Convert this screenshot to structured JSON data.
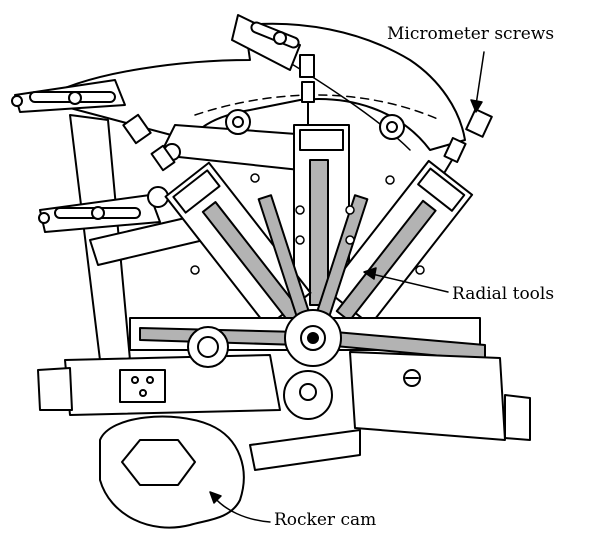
{
  "labels": {
    "micrometer_screws": "Micrometer screws",
    "radial_tools": "Radial tools",
    "rocker_cam": "Rocker cam"
  },
  "colors": {
    "ink": "#000000",
    "paper": "#ffffff",
    "tool": "#b3b3b3"
  }
}
